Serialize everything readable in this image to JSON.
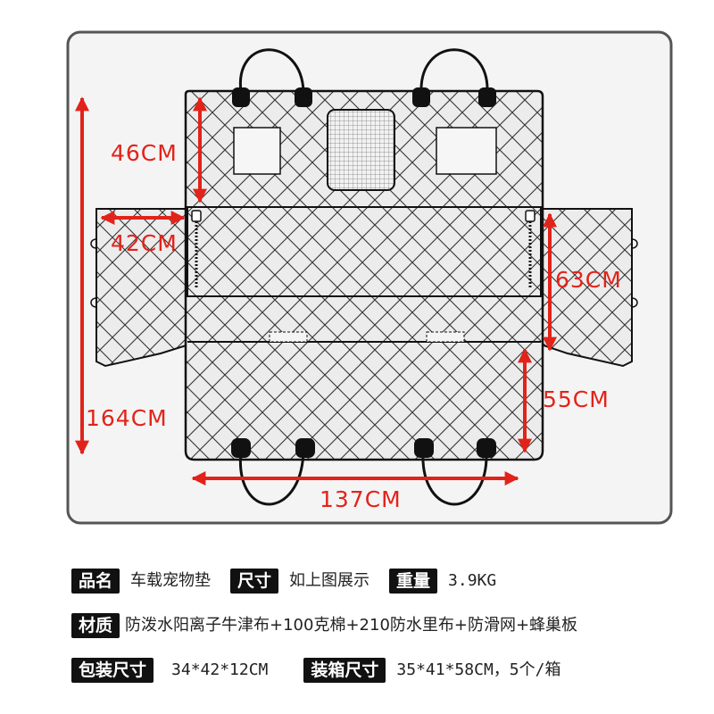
{
  "dimensions": {
    "top_section_height": "46CM",
    "side_flap_width": "42CM",
    "side_flap_height": "63CM",
    "bottom_section_height": "55CM",
    "total_length": "164CM",
    "total_width": "137CM"
  },
  "specs": {
    "name_label": "品名",
    "name_value": "车载宠物垫",
    "size_label": "尺寸",
    "size_value": "如上图展示",
    "weight_label": "重量",
    "weight_value": "3.9KG",
    "material_label": "材质",
    "material_value": "防泼水阳离子牛津布+100克棉+210防水里布+防滑网+蜂巢板",
    "package_size_label": "包装尺寸",
    "package_size_value": "34*42*12CM",
    "carton_size_label": "装箱尺寸",
    "carton_size_value": "35*41*58CM，5个/箱"
  },
  "colors": {
    "dimension_arrows": "#e2231a",
    "frame_border": "#555555",
    "frame_fill": "#f4f4f4",
    "spec_tag_bg": "#111111"
  }
}
